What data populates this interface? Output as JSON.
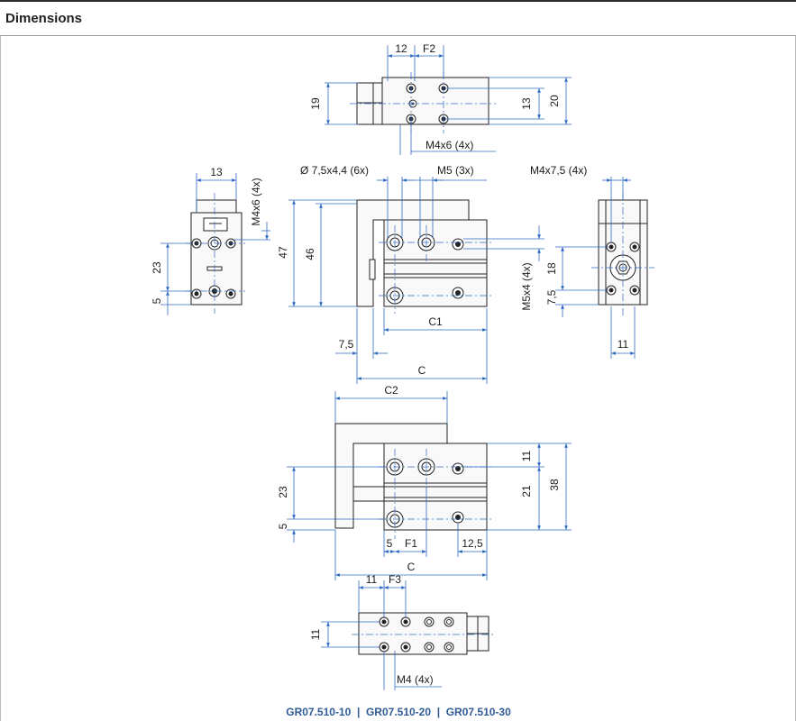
{
  "header": {
    "title": "Dimensions"
  },
  "colors": {
    "dimension_line": "#2f6bc4",
    "caption": "#2f5b96",
    "outline": "#222222"
  },
  "top_view": {
    "labels": [
      "12",
      "F2",
      "19",
      "13",
      "20",
      "M4x6 (4x)"
    ]
  },
  "front_view": {
    "labels": [
      "Ø 7,5x4,4 (6x)",
      "M5 (3x)",
      "47",
      "46",
      "M5x4 (4x)",
      "C1",
      "7,5",
      "C"
    ]
  },
  "left_view": {
    "labels": [
      "13",
      "M4x6 (4x)",
      "23",
      "5"
    ]
  },
  "right_view": {
    "labels": [
      "M4x7,5 (4x)",
      "18",
      "7,5",
      "11"
    ]
  },
  "extended_view": {
    "labels": [
      "C2",
      "11",
      "21",
      "38",
      "23",
      "5",
      "5",
      "F1",
      "12,5",
      "C"
    ]
  },
  "bottom_view": {
    "labels": [
      "11",
      "F3",
      "11",
      "M4 (4x)"
    ]
  },
  "caption": "GR07.510-10  |  GR07.510-20  |  GR07.510-30"
}
